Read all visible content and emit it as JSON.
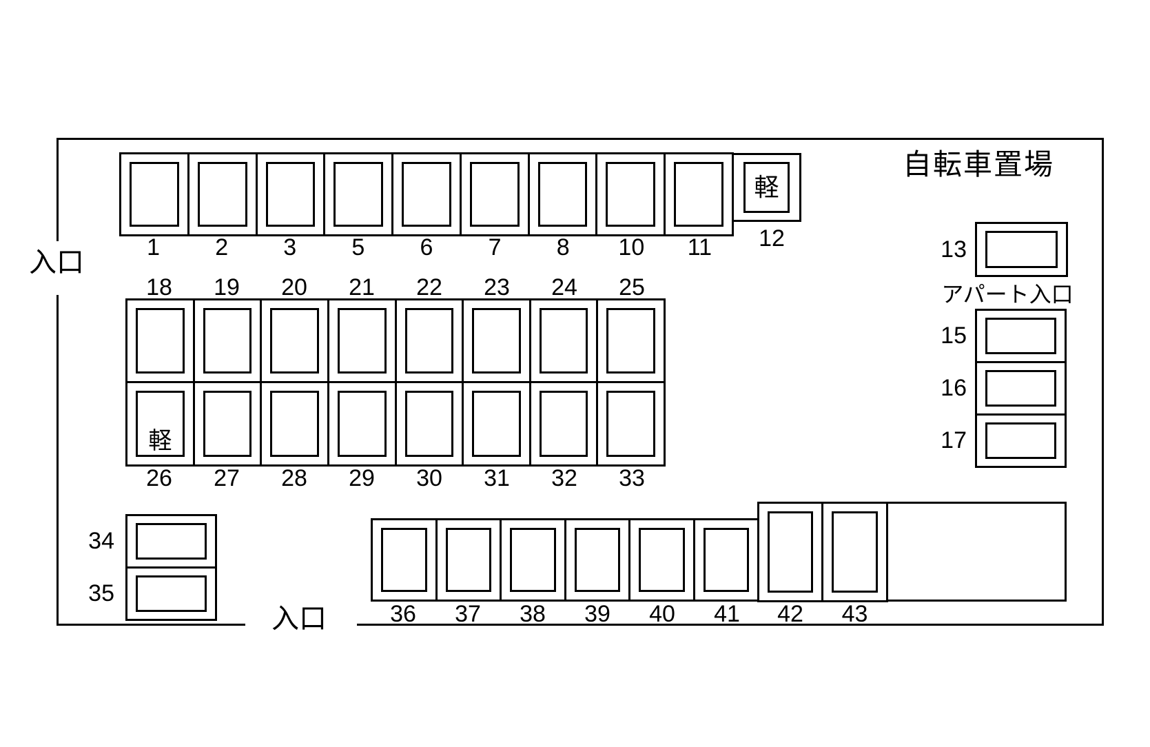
{
  "title": "自転車置場",
  "texts": {
    "entrance_left": "入口",
    "entrance_bottom": "入口",
    "apartment_entrance": "アパート入口",
    "kei": "軽"
  },
  "spaces": {
    "top_row": [
      "1",
      "2",
      "3",
      "5",
      "6",
      "7",
      "8",
      "10",
      "11"
    ],
    "kei_top": "12",
    "bike_single": "13",
    "right_stack": [
      "15",
      "16",
      "17"
    ],
    "middle_top": [
      "18",
      "19",
      "20",
      "21",
      "22",
      "23",
      "24",
      "25"
    ],
    "middle_bottom": [
      "26",
      "27",
      "28",
      "29",
      "30",
      "31",
      "32",
      "33"
    ],
    "left_stack": [
      "34",
      "35"
    ],
    "bottom_row": [
      "36",
      "37",
      "38",
      "39",
      "40",
      "41"
    ],
    "bottom_tall": [
      "42",
      "43"
    ]
  },
  "kei_marked_spaces": [
    "12",
    "26"
  ],
  "colors": {
    "line": "#000000",
    "background": "#ffffff"
  }
}
